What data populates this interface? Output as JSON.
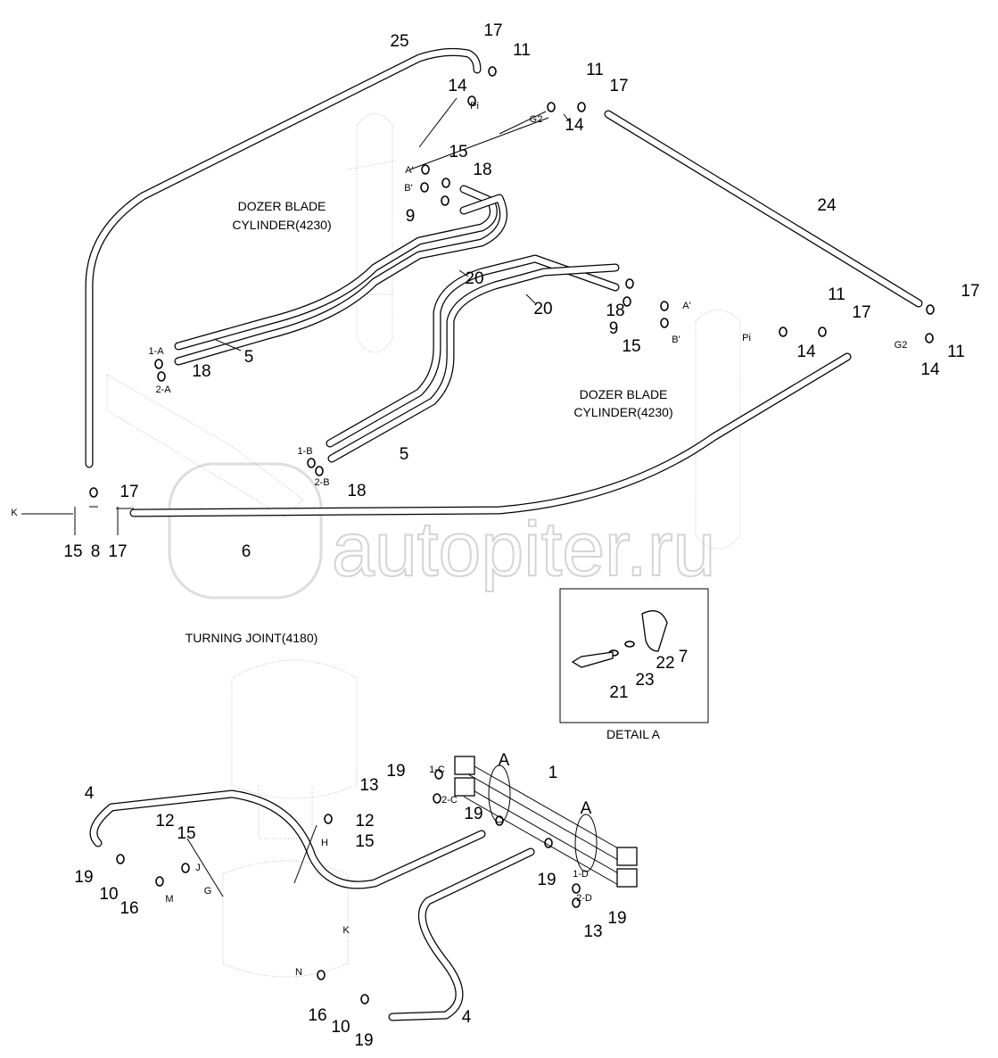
{
  "watermark": "autopiter.ru",
  "titles": {
    "dozer_cylinder_1_line1": "DOZER BLADE",
    "dozer_cylinder_1_line2": "CYLINDER(4230)",
    "dozer_cylinder_2_line1": "DOZER BLADE",
    "dozer_cylinder_2_line2": "CYLINDER(4230)",
    "turning_joint": "TURNING JOINT(4180)",
    "detail_a": "DETAIL A"
  },
  "callouts": [
    "25",
    "17",
    "11",
    "11",
    "17",
    "14",
    "14",
    "15",
    "18",
    "9",
    "24",
    "20",
    "20",
    "11",
    "17",
    "17",
    "5",
    "18",
    "18",
    "9",
    "15",
    "14",
    "11",
    "14",
    "5",
    "18",
    "17",
    "15",
    "8",
    "17",
    "6",
    "7",
    "22",
    "23",
    "21",
    "1",
    "A",
    "A",
    "19",
    "13",
    "12",
    "15",
    "4",
    "12",
    "15",
    "19",
    "10",
    "16",
    "19",
    "19",
    "19",
    "13",
    "16",
    "10",
    "19",
    "4"
  ],
  "ports": [
    "Pi",
    "G2",
    "A'",
    "B'",
    "A'",
    "B'",
    "Pi",
    "G2",
    "1-A",
    "2-A",
    "1-B",
    "2-B",
    "K",
    "1-C",
    "2-C",
    "H",
    "J",
    "G",
    "M",
    "N",
    "K",
    "1-D",
    "2-D"
  ]
}
